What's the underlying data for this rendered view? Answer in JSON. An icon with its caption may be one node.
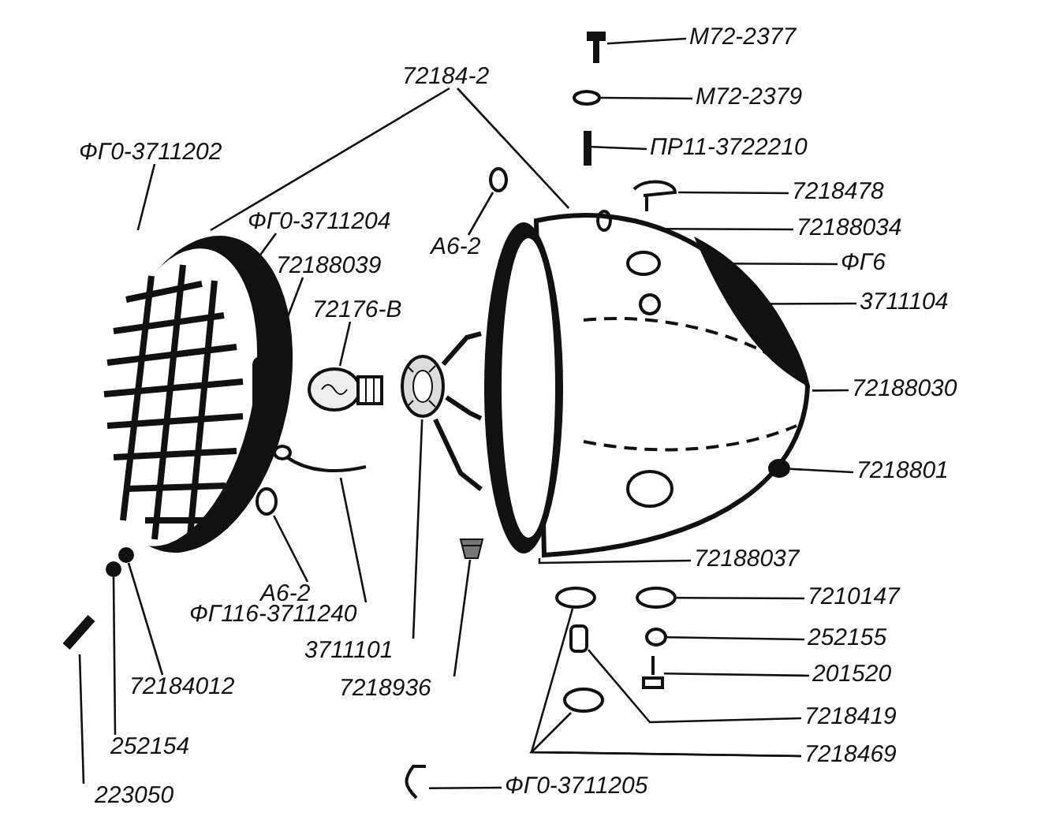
{
  "diagram": {
    "nodes": [
      {
        "text": [
          "М72-2377"
        ]
      },
      {
        "text": [
          "72184-2"
        ]
      },
      {
        "text": [
          "М72-2379"
        ]
      },
      {
        "text": [
          "ФГ0-3711202"
        ]
      },
      {
        "text": [
          "ПР11-3722210"
        ]
      },
      {
        "text": [
          "7218478"
        ]
      },
      {
        "text": [
          "ФГ0-3711204"
        ]
      },
      {
        "text": [
          "72188034"
        ]
      },
      {
        "text": [
          "А6-2"
        ]
      },
      {
        "text": [
          "ФГ6"
        ]
      },
      {
        "text": [
          "72188039"
        ]
      },
      {
        "text": [
          "3711104"
        ]
      },
      {
        "text": [
          "72176-В"
        ]
      },
      {
        "text": [
          "72188030"
        ]
      },
      {
        "text": [
          "7218801"
        ]
      },
      {
        "text": [
          "72188037"
        ]
      },
      {
        "text": [
          "А6-2"
        ]
      },
      {
        "text": [
          "7210147"
        ]
      },
      {
        "text": [
          "ФГ116-3711240"
        ]
      },
      {
        "text": [
          "252155"
        ]
      },
      {
        "text": [
          "3711101"
        ]
      },
      {
        "text": [
          "201520"
        ]
      },
      {
        "text": [
          "72184012"
        ]
      },
      {
        "text": [
          "7218936"
        ]
      },
      {
        "text": [
          "7218419"
        ]
      },
      {
        "text": [
          "252154"
        ]
      },
      {
        "text": [
          "7218469"
        ]
      },
      {
        "text": [
          "ФГ0-3711205"
        ]
      },
      {
        "text": [
          "223050"
        ]
      },
      {
        "text": [],
        "shape": "picture"
      },
      {
        "text": [],
        "shape": "picture"
      },
      {
        "text": [],
        "shape": "picture"
      },
      {
        "text": [],
        "shape": "picture"
      },
      {
        "text": [],
        "shape": "circle"
      },
      {
        "text": [],
        "shape": "circle"
      },
      {
        "text": [],
        "shape": "picture"
      },
      {
        "text": [],
        "shape": "circle"
      },
      {
        "text": [],
        "shape": "bar"
      },
      {
        "text": [],
        "shape": "picture"
      },
      {
        "text": [],
        "shape": "picture"
      },
      {
        "text": [],
        "shape": "circle",
        "in": 39
      },
      {
        "text": [],
        "shape": "circle",
        "in": 39
      },
      {
        "text": [],
        "shape": "circle",
        "in": 39
      },
      {
        "text": [],
        "shape": "circle"
      },
      {
        "text": [],
        "shape": "picture"
      },
      {
        "text": [],
        "shape": "circle"
      },
      {
        "text": [],
        "shape": "box"
      },
      {
        "text": [],
        "shape": "circle"
      },
      {
        "text": [],
        "shape": "circle"
      },
      {
        "text": [],
        "shape": "circle"
      },
      {
        "text": [],
        "shape": "picture"
      },
      {
        "text": [],
        "shape": "circle"
      },
      {
        "text": [],
        "shape": "circle"
      },
      {
        "text": [],
        "shape": "picture"
      },
      {
        "text": [],
        "shape": "picture"
      }
    ],
    "edges": [
      {
        "from": 0,
        "to": 35,
        "arrow": "none"
      },
      {
        "from": 1,
        "to": 29,
        "arrow": "none"
      },
      {
        "from": 1,
        "to": 39,
        "arrow": "none"
      },
      {
        "from": 2,
        "to": 36,
        "arrow": "none"
      },
      {
        "from": 3,
        "to": 29,
        "arrow": "none"
      },
      {
        "from": 4,
        "to": 37,
        "arrow": "none"
      },
      {
        "from": 5,
        "to": 38,
        "arrow": "none"
      },
      {
        "from": 6,
        "to": 29,
        "arrow": "none"
      },
      {
        "from": 7,
        "to": 40,
        "arrow": "none"
      },
      {
        "from": 8,
        "to": 33,
        "arrow": "none"
      },
      {
        "from": 9,
        "to": 41,
        "arrow": "none"
      },
      {
        "from": 10,
        "to": 29,
        "arrow": "none"
      },
      {
        "from": 11,
        "to": 42,
        "arrow": "none"
      },
      {
        "from": 12,
        "to": 30,
        "arrow": "none"
      },
      {
        "from": 13,
        "to": 39,
        "arrow": "none"
      },
      {
        "from": 14,
        "to": 43,
        "arrow": "none"
      },
      {
        "from": 15,
        "to": 39,
        "arrow": "none"
      },
      {
        "from": 16,
        "to": 34,
        "arrow": "none"
      },
      {
        "from": 17,
        "to": 48,
        "arrow": "none"
      },
      {
        "from": 18,
        "to": 32,
        "arrow": "none"
      },
      {
        "from": 19,
        "to": 49,
        "arrow": "none"
      },
      {
        "from": 20,
        "to": 31,
        "arrow": "none"
      },
      {
        "from": 21,
        "to": 50,
        "arrow": "none"
      },
      {
        "from": 22,
        "to": 51,
        "arrow": "none"
      },
      {
        "from": 23,
        "to": 44,
        "arrow": "none"
      },
      {
        "from": 24,
        "to": 46,
        "arrow": "none"
      },
      {
        "from": 25,
        "to": 52,
        "arrow": "none"
      },
      {
        "from": 26,
        "to": 45,
        "arrow": "none"
      },
      {
        "from": 26,
        "to": 47,
        "arrow": "none"
      },
      {
        "from": 27,
        "to": 54,
        "arrow": "none"
      },
      {
        "from": 28,
        "to": 53,
        "arrow": "none"
      },
      {
        "from": 31,
        "to": 39,
        "arrow": "none",
        "style": "thick"
      },
      {
        "from": 31,
        "to": 39,
        "arrow": "none",
        "style": "thick"
      },
      {
        "from": 31,
        "to": 39,
        "arrow": "none",
        "style": "thick"
      }
    ]
  }
}
